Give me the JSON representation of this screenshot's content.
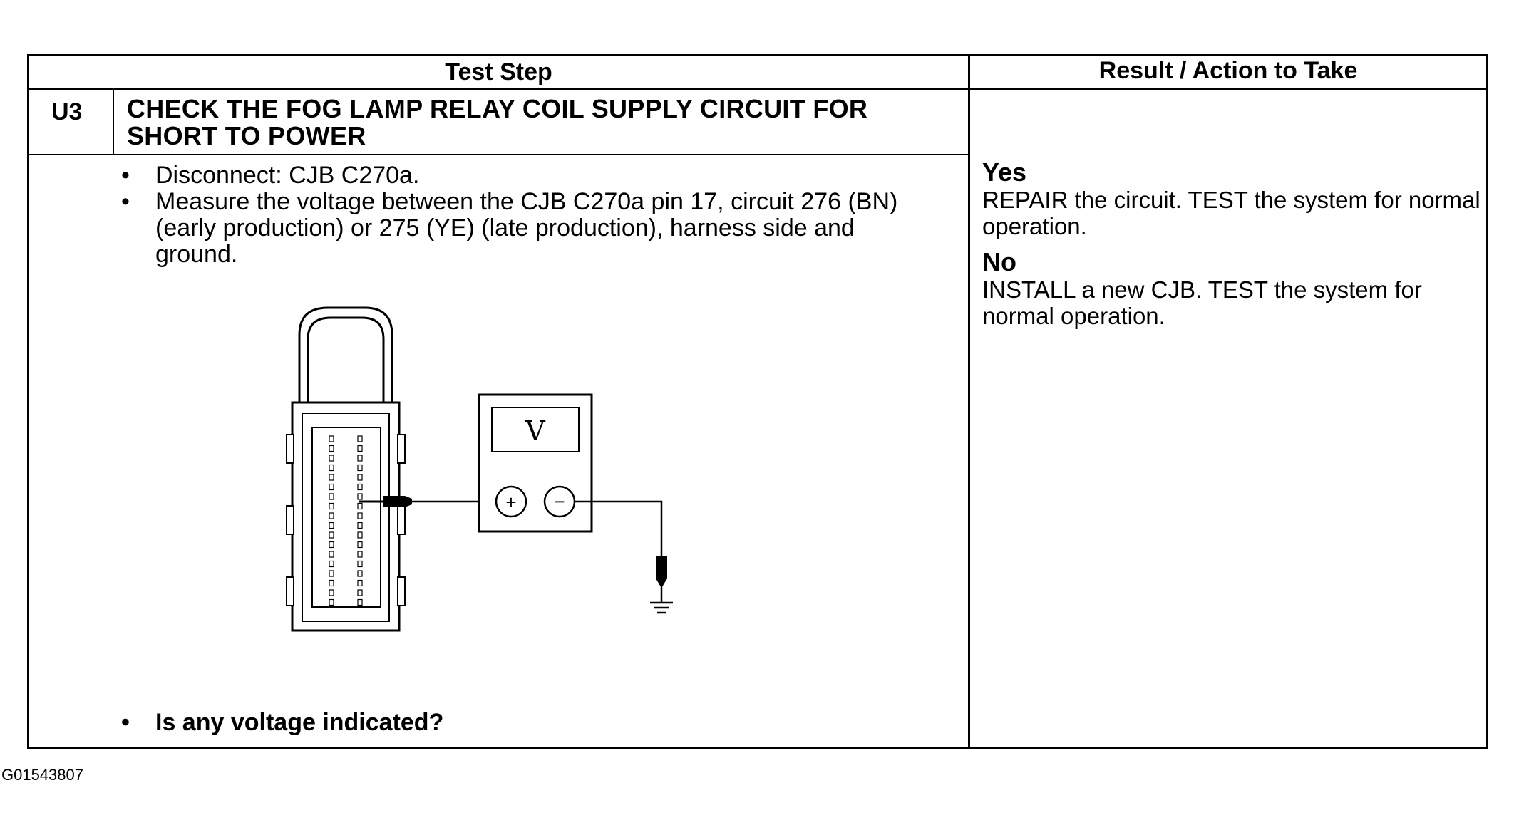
{
  "table": {
    "header_left": "Test Step",
    "header_right": "Result / Action to Take",
    "step_id": "U3",
    "step_title": "CHECK THE FOG LAMP RELAY COIL SUPPLY CIRCUIT FOR SHORT TO POWER",
    "bullets": [
      "Disconnect: CJB C270a.",
      "Measure the voltage between the CJB C270a pin 17, circuit 276 (BN) (early production) or 275 (YE) (late production), harness side and ground."
    ],
    "question": "Is any voltage indicated?",
    "results": [
      {
        "label": "Yes",
        "text": "REPAIR the circuit. TEST the system for normal operation."
      },
      {
        "label": "No",
        "text": "INSTALL a new CJB. TEST the system for normal operation."
      }
    ]
  },
  "diagram": {
    "meter_symbol": "V",
    "plus_symbol": "+",
    "minus_symbol": "−",
    "icons": [
      "connector-icon",
      "voltmeter-icon",
      "ground-icon",
      "probe-icon"
    ]
  },
  "figure_id": "G01543807"
}
